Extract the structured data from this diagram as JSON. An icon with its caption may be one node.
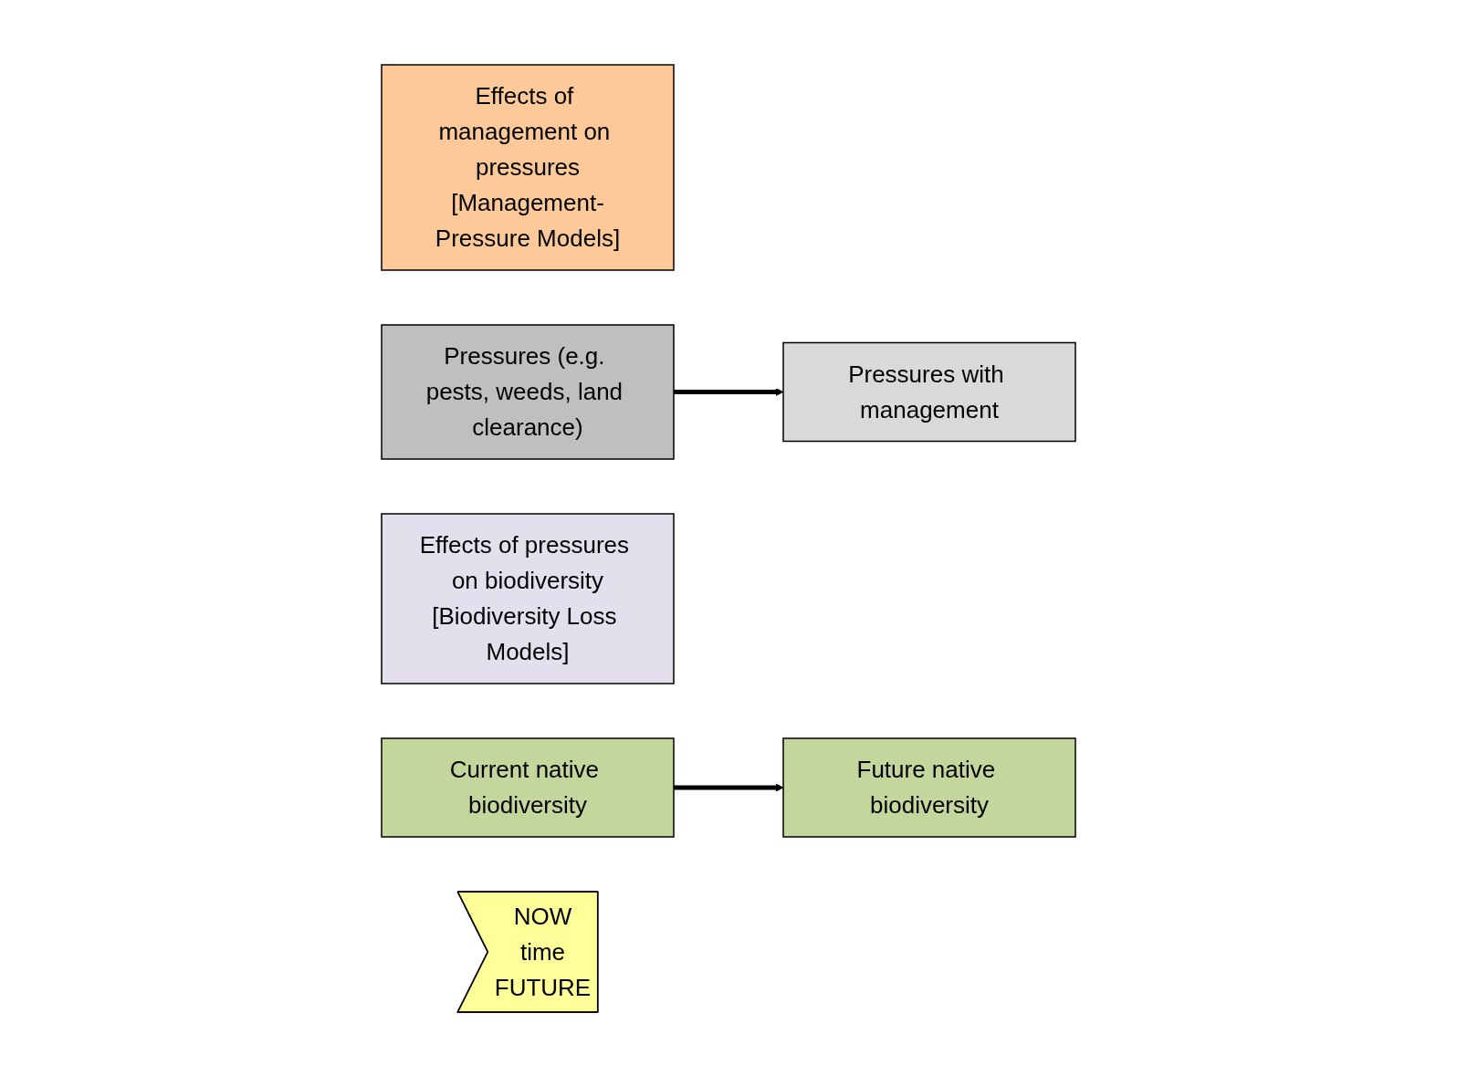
{
  "diagram": {
    "nodes": [
      {
        "text": [
          "Effects of management on pressures",
          "[Management-Pressure Models]"
        ]
      },
      {
        "text": [
          "Pressures (e.g. pests, weeds, land clearance)"
        ]
      },
      {
        "text": [
          "Pressures with management"
        ]
      },
      {
        "text": [
          "Effects of pressures on biodiversity",
          "[Biodiversity Loss Models]"
        ]
      },
      {
        "text": [
          "Current native biodiversity"
        ]
      },
      {
        "text": [
          "Future native biodiversity"
        ]
      },
      {
        "text": [
          "NOW",
          "time",
          "FUTURE"
        ]
      }
    ],
    "edges": [
      {
        "from": 1,
        "to": 2,
        "arrow": "to"
      },
      {
        "from": 4,
        "to": 5,
        "arrow": "to"
      }
    ]
  }
}
